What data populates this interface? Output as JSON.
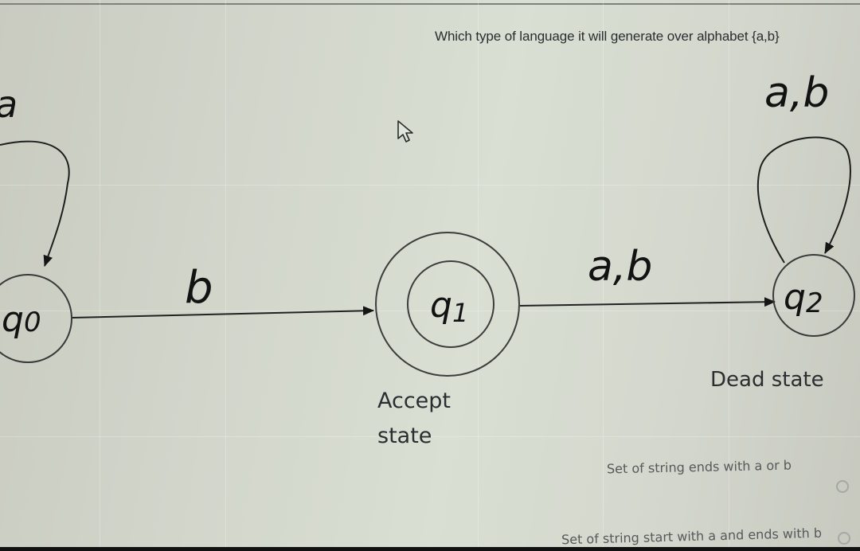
{
  "question": {
    "text": "Which type of language it will generate over alphabet {a,b}"
  },
  "diagram": {
    "type": "DFA",
    "states": [
      {
        "id": "q0",
        "label": "q",
        "subscript": "0",
        "accepting": false,
        "self_loop": "a"
      },
      {
        "id": "q1",
        "label": "q",
        "subscript": "1",
        "accepting": true,
        "caption_line1": "Accept",
        "caption_line2": "state"
      },
      {
        "id": "q2",
        "label": "q",
        "subscript": "2",
        "accepting": false,
        "self_loop": "a,b",
        "caption": "Dead state"
      }
    ],
    "transitions": [
      {
        "from": "q0",
        "to": "q0",
        "label": "a"
      },
      {
        "from": "q0",
        "to": "q1",
        "label": "b"
      },
      {
        "from": "q1",
        "to": "q2",
        "label": "a,b"
      },
      {
        "from": "q2",
        "to": "q2",
        "label": "a,b"
      }
    ]
  },
  "answer_options": [
    {
      "label": "Set of string ends with a or b",
      "selected": false
    },
    {
      "label": "Set of string start with a and ends with b",
      "selected": false
    }
  ],
  "colors": {
    "background": "#d3d7cc",
    "stroke": "#2a2a2a",
    "option_text": "#55595a"
  }
}
